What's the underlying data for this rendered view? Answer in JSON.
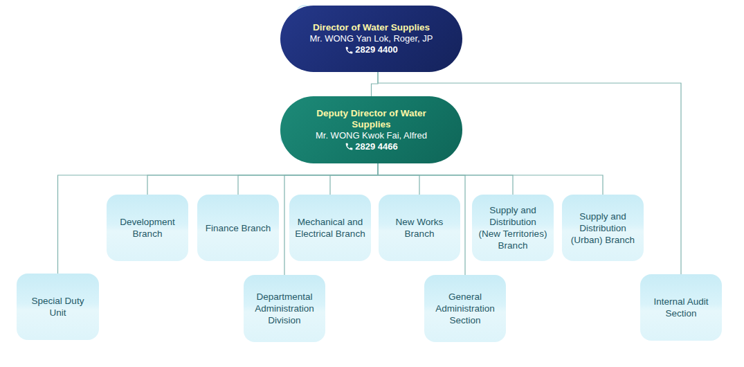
{
  "diagram": {
    "nodes": [
      {
        "text": [
          "Director of Water Supplies",
          "Mr. WONG Yan Lok, Roger, JP",
          "2829 4400"
        ]
      },
      {
        "text": [
          "Deputy Director of Water Supplies",
          "Mr. WONG Kwok Fai, Alfred",
          "2829 4466"
        ]
      },
      {
        "text": [
          "Development Branch"
        ]
      },
      {
        "text": [
          "Finance Branch"
        ]
      },
      {
        "text": [
          "Mechanical and Electrical Branch"
        ]
      },
      {
        "text": [
          "New Works Branch"
        ]
      },
      {
        "text": [
          "Supply and Distribution (New Territories) Branch"
        ]
      },
      {
        "text": [
          "Supply and Distribution (Urban) Branch"
        ]
      },
      {
        "text": [
          "Special Duty Unit"
        ]
      },
      {
        "text": [
          "Departmental Administration Division"
        ]
      },
      {
        "text": [
          "General Administration Section"
        ]
      },
      {
        "text": [
          "Internal Audit Section"
        ]
      }
    ],
    "edges": [
      {
        "from": 0,
        "to": 1,
        "arrow": "none"
      },
      {
        "from": 0,
        "to": 11,
        "arrow": "none"
      },
      {
        "from": 1,
        "to": 2,
        "arrow": "none"
      },
      {
        "from": 1,
        "to": 3,
        "arrow": "none"
      },
      {
        "from": 1,
        "to": 4,
        "arrow": "none"
      },
      {
        "from": 1,
        "to": 5,
        "arrow": "none"
      },
      {
        "from": 1,
        "to": 6,
        "arrow": "none"
      },
      {
        "from": 1,
        "to": 7,
        "arrow": "none"
      },
      {
        "from": 1,
        "to": 8,
        "arrow": "none"
      },
      {
        "from": 1,
        "to": 9,
        "arrow": "none"
      },
      {
        "from": 1,
        "to": 10,
        "arrow": "none"
      }
    ]
  }
}
